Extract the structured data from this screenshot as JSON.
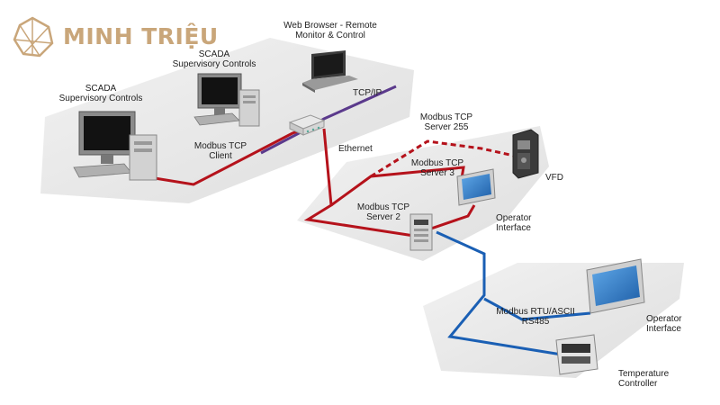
{
  "brand": {
    "name": "MINH TRIỆU",
    "color": "#c9a67a",
    "icon": "crystal-logo-icon"
  },
  "colors": {
    "ethernet": "#b5121b",
    "tcpip": "#5b3a8c",
    "rs485": "#1a5fb4",
    "platform": "#e6e6e6"
  },
  "labels": {
    "web_browser": [
      "Web Browser - Remote",
      "Monitor & Control"
    ],
    "scada_top": [
      "SCADA",
      "Supervisory Controls"
    ],
    "scada_left": [
      "SCADA",
      "Supervisory Controls"
    ],
    "tcpip": "TCP/IP",
    "modbus_client": [
      "Modbus TCP",
      "Client"
    ],
    "ethernet": "Ethernet",
    "server_255": [
      "Modbus TCP",
      "Server 255"
    ],
    "vfd": "VFD",
    "server_3": [
      "Modbus TCP",
      "Server 3"
    ],
    "server_2": [
      "Modbus TCP",
      "Server 2"
    ],
    "operator_interface_1": [
      "Operator",
      "Interface"
    ],
    "rtu": [
      "Modbus RTU/ASCII",
      "RS485"
    ],
    "operator_interface_2": [
      "Operator",
      "Interface"
    ],
    "temperature_controller": [
      "Temperature",
      "Controller"
    ]
  }
}
